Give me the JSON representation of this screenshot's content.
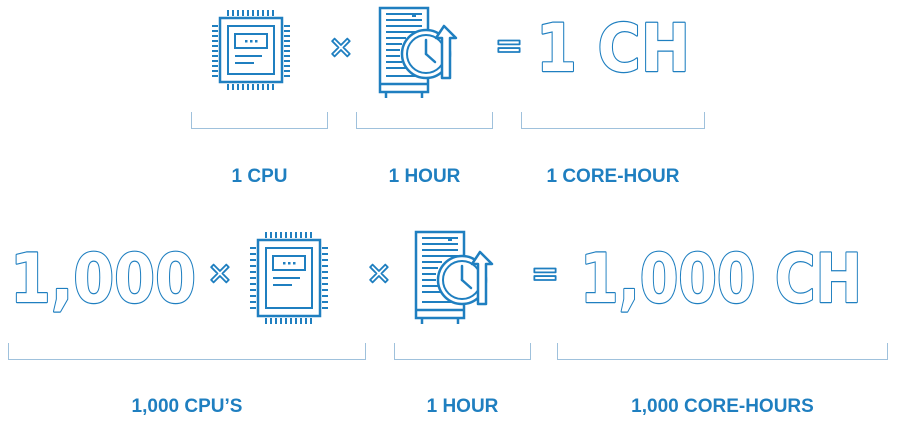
{
  "accent_color": "#1f7fc0",
  "bracket_color": "#9fc1dc",
  "row1": {
    "result_text": "1 CH",
    "multiply_symbol": "×",
    "equals_symbol": "=",
    "labels": {
      "cpu": "1 CPU",
      "hour": "1 HOUR",
      "result": "1 CORE-HOUR"
    },
    "icons": [
      "cpu-chip-icon",
      "server-clock-icon"
    ]
  },
  "row2": {
    "multiplier_text": "1,000",
    "result_text": "1,000 CH",
    "multiply_symbol": "×",
    "equals_symbol": "=",
    "labels": {
      "cpu": "1,000 CPU’S",
      "hour": "1 HOUR",
      "result": "1,000 CORE-HOURS"
    },
    "icons": [
      "cpu-chip-icon",
      "server-clock-icon"
    ]
  }
}
